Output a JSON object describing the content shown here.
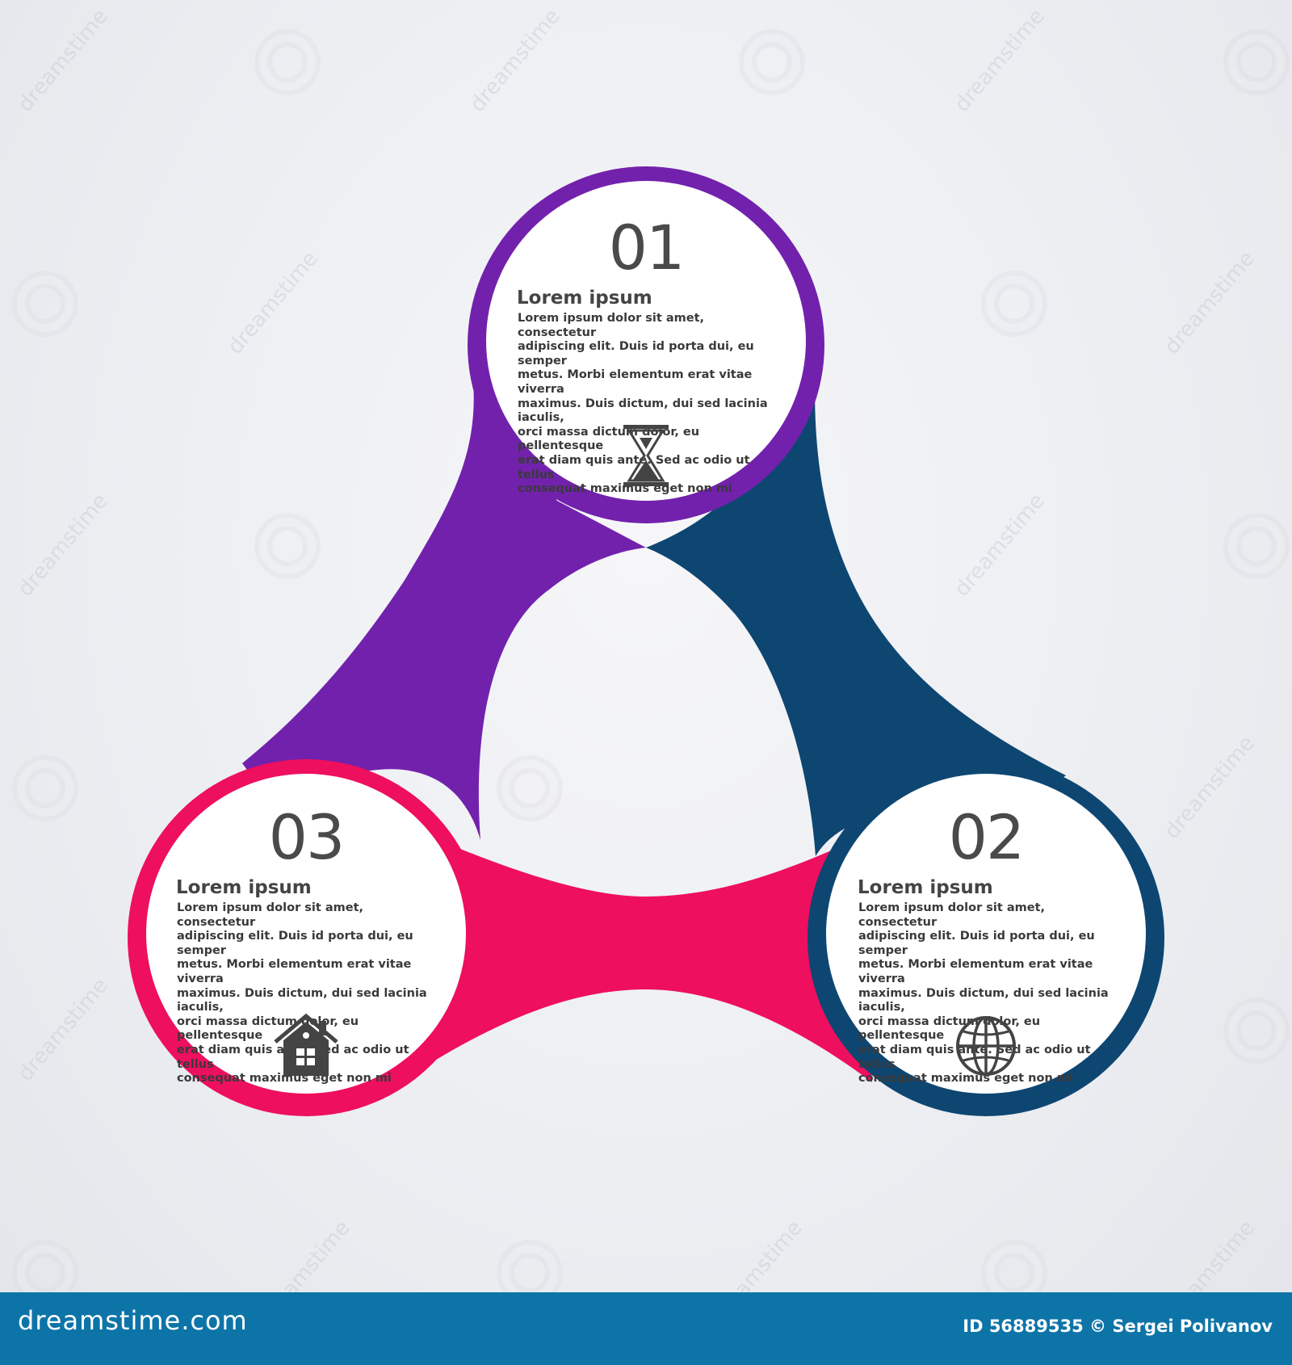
{
  "colors": {
    "purple": "#7221ad",
    "navy": "#0e4672",
    "pink": "#ee0f5e",
    "background": "#eceef2",
    "footer": "#0d74a8",
    "text": "#444444"
  },
  "steps": [
    {
      "number": "01",
      "title": "Lorem ipsum",
      "body": "Lorem ipsum dolor sit amet, consectetur\nadipiscing elit. Duis id porta dui, eu semper\nmetus. Morbi elementum erat vitae viverra\nmaximus. Duis dictum, dui sed lacinia iaculis,\norci massa dictum dolor, eu pellentesque\nerat diam quis ante. Sed ac odio ut tellus\nconsequat maximus eget non mi",
      "icon": "hourglass-icon",
      "color": "purple"
    },
    {
      "number": "02",
      "title": "Lorem ipsum",
      "body": "Lorem ipsum dolor sit amet, consectetur\nadipiscing elit. Duis id porta dui, eu semper\nmetus. Morbi elementum erat vitae viverra\nmaximus. Duis dictum, dui sed lacinia iaculis,\norci massa dictum dolor, eu pellentesque\nerat diam quis ante. Sed ac odio ut tellus\nconsequat maximus eget non mi",
      "icon": "globe-icon",
      "color": "navy"
    },
    {
      "number": "03",
      "title": "Lorem ipsum",
      "body": "Lorem ipsum dolor sit amet, consectetur\nadipiscing elit. Duis id porta dui, eu semper\nmetus. Morbi elementum erat vitae viverra\nmaximus. Duis dictum, dui sed lacinia iaculis,\norci massa dictum dolor, eu pellentesque\nerat diam quis ante. Sed ac odio ut tellus\nconsequat maximus eget non mi",
      "icon": "house-icon",
      "color": "pink"
    }
  ],
  "watermark": {
    "text": "dreamstime",
    "icon": "spiral-watermark-icon"
  },
  "footer": {
    "brand": "dreamstime.com",
    "credit": "ID 56889535 © Sergei Polivanov"
  }
}
